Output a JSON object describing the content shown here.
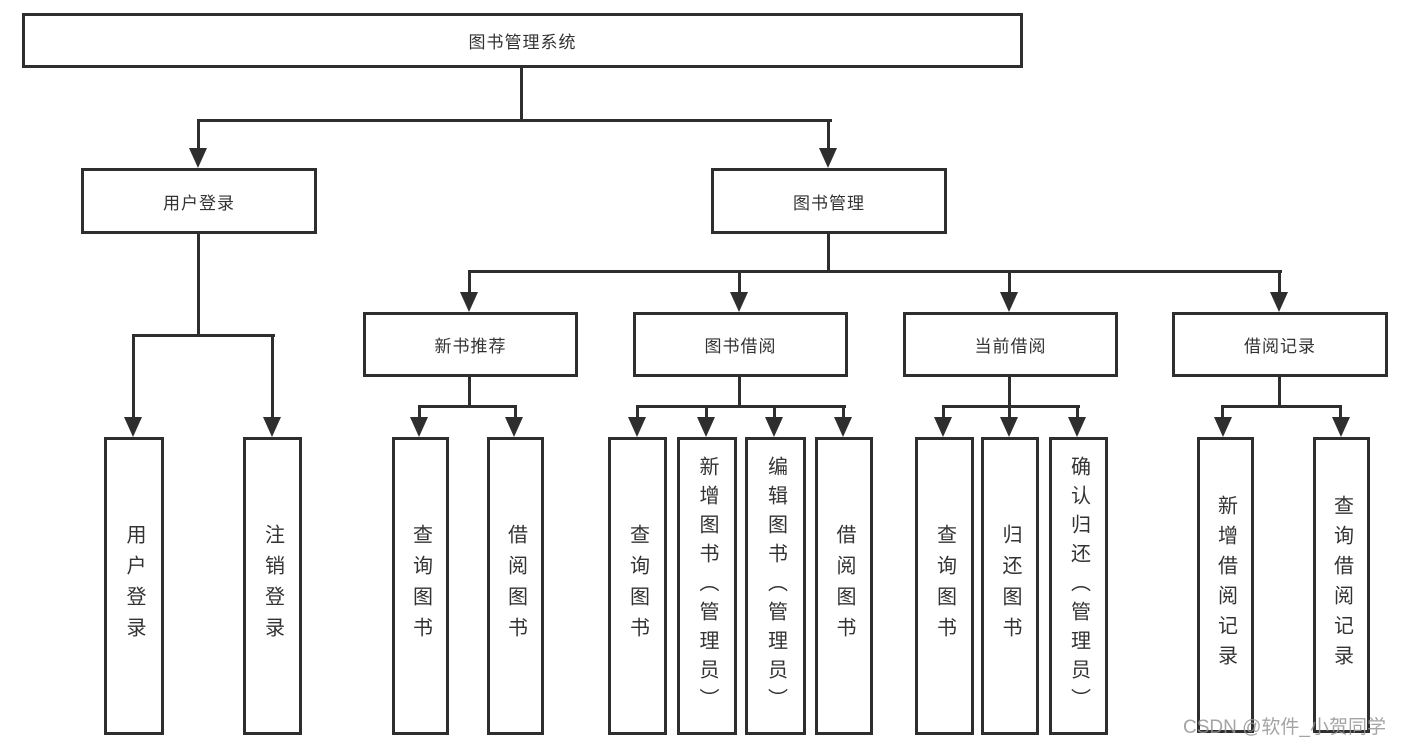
{
  "diagram": {
    "type": "tree",
    "root": {
      "label": "图书管理系统"
    },
    "branches": [
      {
        "label": "用户登录",
        "children": [
          {
            "label": "用户登录"
          },
          {
            "label": "注销登录"
          }
        ]
      },
      {
        "label": "图书管理",
        "children": [
          {
            "label": "新书推荐",
            "children": [
              {
                "label": "查询图书"
              },
              {
                "label": "借阅图书"
              }
            ]
          },
          {
            "label": "图书借阅",
            "children": [
              {
                "label": "查询图书"
              },
              {
                "label": "新增图书（管理员）"
              },
              {
                "label": "编辑图书（管理员）"
              },
              {
                "label": "借阅图书"
              }
            ]
          },
          {
            "label": "当前借阅",
            "children": [
              {
                "label": "查询图书"
              },
              {
                "label": "归还图书"
              },
              {
                "label": "确认归还（管理员）"
              }
            ]
          },
          {
            "label": "借阅记录",
            "children": [
              {
                "label": "新增借阅记录"
              },
              {
                "label": "查询借阅记录"
              }
            ]
          }
        ]
      }
    ],
    "colors": {
      "line": "#2e2e2e",
      "node_border": "#2e2e2e",
      "text": "#333333",
      "background": "#ffffff",
      "watermark": "#949494"
    }
  },
  "watermark": {
    "text": "CSDN @软件_小贺同学"
  }
}
